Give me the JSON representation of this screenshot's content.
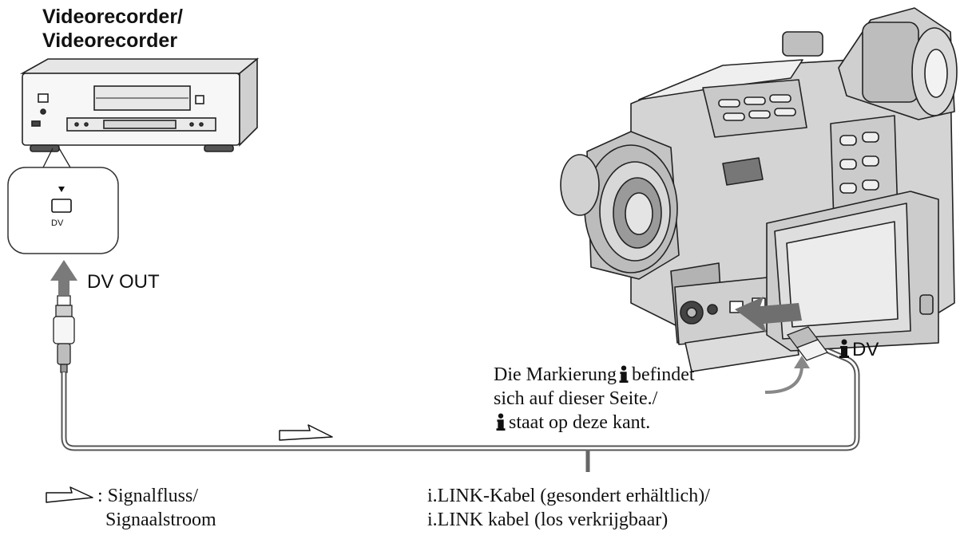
{
  "vcr": {
    "title_line1": "Videorecorder/",
    "title_line2": "Videorecorder",
    "jack_label": "DV"
  },
  "port_labels": {
    "dv_out": "DV OUT",
    "dv_in": "DV"
  },
  "callout": {
    "line1_before": "Die Markierung",
    "line1_after": "befindet",
    "line2": "sich auf dieser Seite./",
    "line3_after": "staat op deze kant."
  },
  "cable": {
    "line1": "i.LINK-Kabel (gesondert erhältlich)/",
    "line2": "i.LINK kabel (los verkrijgbaar)"
  },
  "legend": {
    "line1": ": Signalfluss/",
    "line2": "Signaalstroom"
  },
  "icons": {
    "signal_flow": "hollow-arrow-icon",
    "ilink": "ilink-i-icon"
  }
}
